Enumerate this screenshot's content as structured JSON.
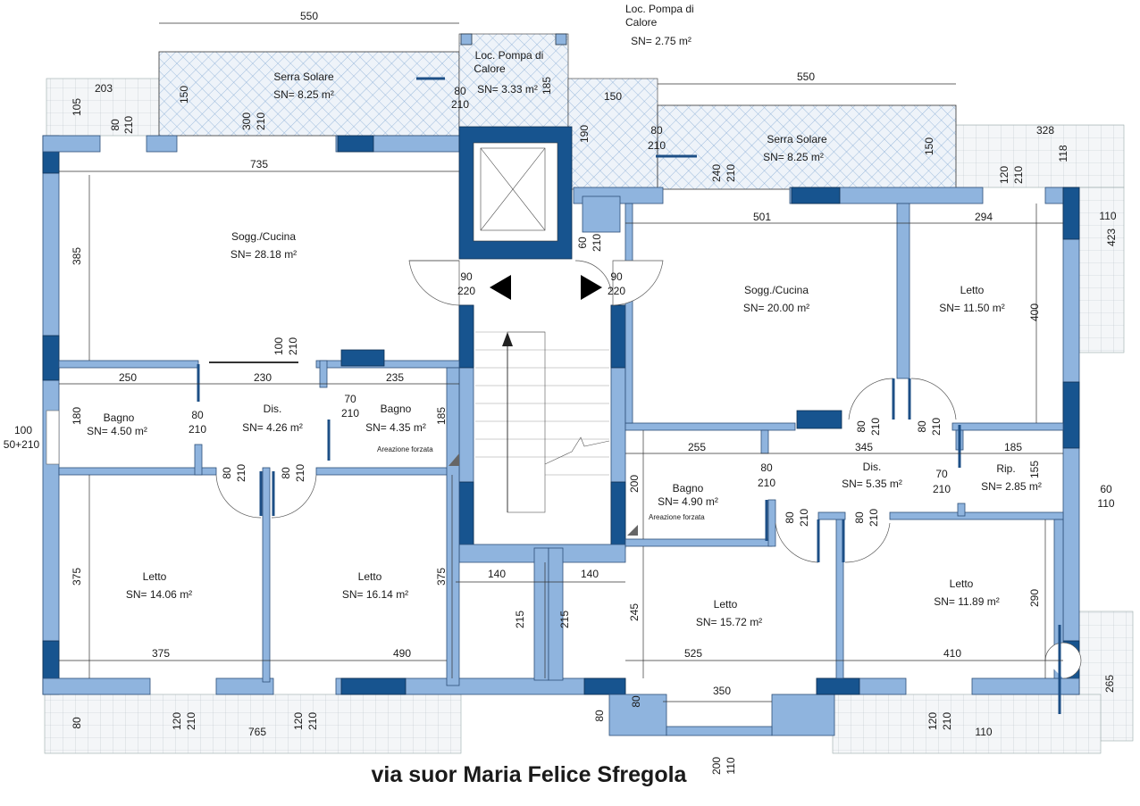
{
  "street_label": "via suor Maria Felice Sfregola",
  "colors": {
    "wall_light": "#8fb4de",
    "wall_dark": "#17548f",
    "hatch": "#7fa6d3",
    "street": "#1d4f86"
  },
  "rooms": [
    {
      "name": "Serra Solare",
      "area": "SN= 8.25 m²"
    },
    {
      "name": "Loc. Pompa di",
      "name2": "Calore",
      "area": "SN= 3.33 m²"
    },
    {
      "name": "Loc. Pompa di",
      "name2": "Calore",
      "area": "SN= 2.75 m²"
    },
    {
      "name": "Serra Solare",
      "area": "SN= 8.25 m²"
    },
    {
      "name": "Sogg./Cucina",
      "area": "SN= 28.18 m²"
    },
    {
      "name": "Sogg./Cucina",
      "area": "SN= 20.00 m²"
    },
    {
      "name": "Letto",
      "area": "SN= 11.50 m²"
    },
    {
      "name": "Bagno",
      "area": "SN= 4.50 m²"
    },
    {
      "name": "Dis.",
      "area": "SN= 4.26 m²"
    },
    {
      "name": "Bagno",
      "area": "SN= 4.35 m²"
    },
    {
      "name": "Bagno",
      "area": "SN= 4.90 m²"
    },
    {
      "name": "Dis.",
      "area": "SN= 5.35 m²"
    },
    {
      "name": "Rip.",
      "area": "SN= 2.85 m²"
    },
    {
      "name": "Letto",
      "area": "SN= 14.06 m²"
    },
    {
      "name": "Letto",
      "area": "SN= 16.14 m²"
    },
    {
      "name": "Letto",
      "area": "SN= 15.72 m²"
    },
    {
      "name": "Letto",
      "area": "SN= 11.89 m²"
    }
  ],
  "notes": {
    "areazione_1": "Areazione forzata",
    "areazione_2": "Areazione forzata"
  },
  "dims": [
    "550",
    "550",
    "735",
    "501",
    "294",
    "328",
    "203",
    "250",
    "230",
    "235",
    "255",
    "345",
    "185",
    "140",
    "140",
    "375",
    "490",
    "525",
    "350",
    "410",
    "765",
    "110",
    "385",
    "400",
    "423",
    "110",
    "180",
    "185",
    "200",
    "375",
    "375",
    "215",
    "215",
    "245",
    "290",
    "265",
    "150",
    "150",
    "105",
    "80",
    "80",
    "118",
    "190",
    "185",
    "155"
  ],
  "openings": [
    [
      "80",
      "210"
    ],
    [
      "300",
      "210"
    ],
    [
      "80",
      "210"
    ],
    [
      "80",
      "210"
    ],
    [
      "240",
      "210"
    ],
    [
      "120",
      "210"
    ],
    [
      "90",
      "220"
    ],
    [
      "90",
      "220"
    ],
    [
      "60",
      "210"
    ],
    [
      "100",
      "210"
    ],
    [
      "80",
      "210"
    ],
    [
      "70",
      "210"
    ],
    [
      "80",
      "210"
    ],
    [
      "80",
      "210"
    ],
    [
      "80",
      "210"
    ],
    [
      "80",
      "210"
    ],
    [
      "80",
      "210"
    ],
    [
      "80",
      "210"
    ],
    [
      "80",
      "210"
    ],
    [
      "70",
      "210"
    ],
    [
      "80",
      "210"
    ],
    [
      "120",
      "210"
    ],
    [
      "120",
      "210"
    ],
    [
      "120",
      "210"
    ],
    [
      "200",
      "110"
    ],
    [
      "60",
      "110"
    ],
    [
      "100",
      "50+210"
    ]
  ]
}
